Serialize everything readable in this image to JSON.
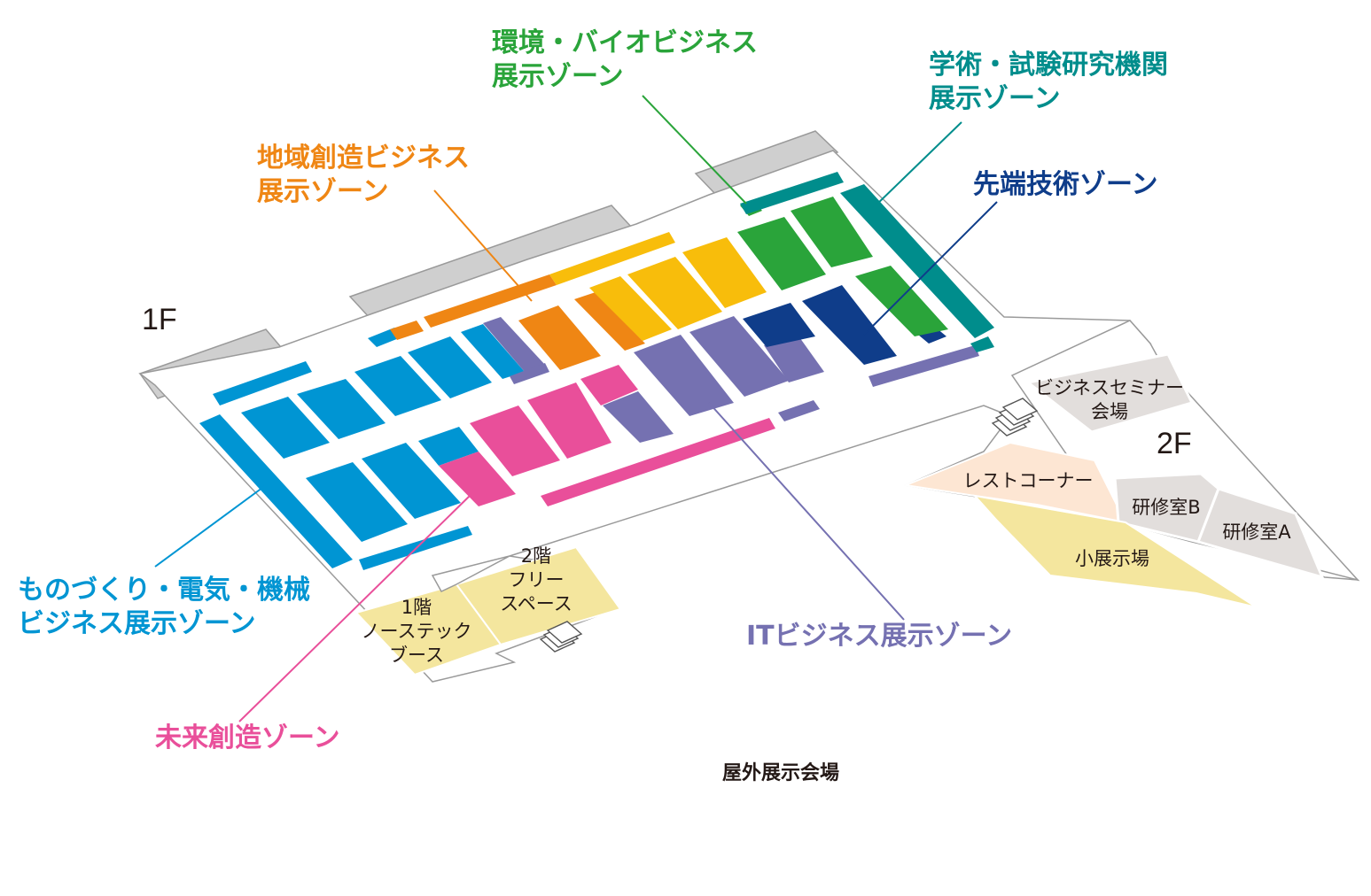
{
  "colors": {
    "manufacturing": "#0095d3",
    "future": "#e94f9a",
    "regional": "#ef8614",
    "bio": "#2aa43a",
    "academic": "#008d8c",
    "advanced": "#0f3d8a",
    "it": "#7571b1",
    "environment_yellow": "#f8bd0b",
    "grey_block": "#cfcfcf",
    "outline": "#9a9a9a",
    "rest": "#fde6d3",
    "yellow_room": "#f4e69e",
    "seminar_room": "#e2dedc"
  },
  "floors": {
    "first": "1F",
    "second": "2F"
  },
  "zones": {
    "bio": {
      "line1": "環境・バイオビジネス",
      "line2": "展示ゾーン"
    },
    "academic": {
      "line1": "学術・試験研究機関",
      "line2": "展示ゾーン"
    },
    "regional": {
      "line1": "地域創造ビジネス",
      "line2": "展示ゾーン"
    },
    "advanced": {
      "line1": "先端技術ゾーン"
    },
    "manufacturing": {
      "line1": "ものづくり・電気・機械",
      "line2": "ビジネス展示ゾーン"
    },
    "it": {
      "line1": "ITビジネス展示ゾーン"
    },
    "future": {
      "line1": "未来創造ゾーン"
    }
  },
  "rooms": {
    "seminar": {
      "line1": "ビジネスセミナー",
      "line2": "会場"
    },
    "rest_corner": "レストコーナー",
    "training_b": "研修室B",
    "training_a": "研修室A",
    "small_hall": "小展示場",
    "free_space": {
      "line1": "2階",
      "line2": "フリー",
      "line3": "スペース"
    },
    "no_tech_booth": {
      "line1": "1階",
      "line2": "ノーステック",
      "line3": "ブース"
    }
  },
  "outdoor": "屋外展示会場",
  "icons": {
    "stairs": "stairs-icon"
  }
}
